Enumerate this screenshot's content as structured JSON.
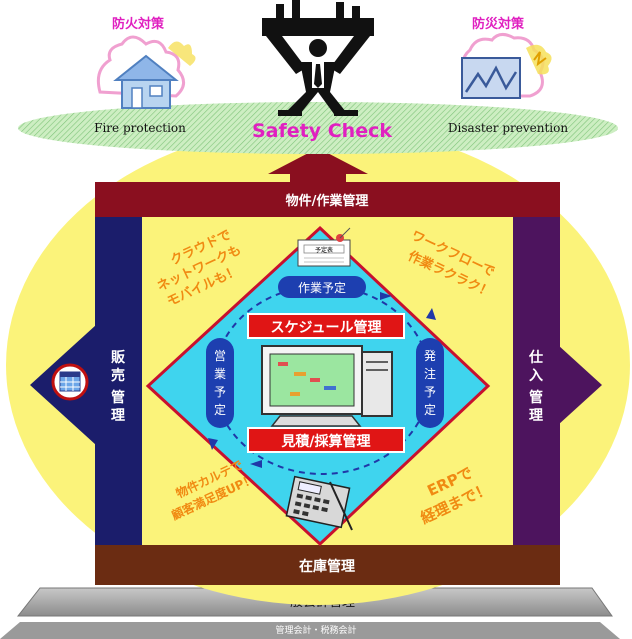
{
  "top": {
    "fire_title": "防火対策",
    "fire_caption": "Fire protection",
    "disaster_title": "防災対策",
    "disaster_caption": "Disaster prevention",
    "safety_check": "Safety Check"
  },
  "bands": {
    "top": "物件/作業管理",
    "bottom": "在庫管理",
    "left": [
      "販",
      "売",
      "管",
      "理"
    ],
    "right": [
      "仕",
      "入",
      "管",
      "理"
    ]
  },
  "center": {
    "schedule": "スケジュール管理",
    "estimate": "見積/採算管理",
    "work_plan": "作業予定",
    "sales_plan": [
      "営",
      "業",
      "予",
      "定"
    ],
    "order_plan": [
      "発",
      "注",
      "予",
      "定"
    ],
    "schedule_icon_label": "予定表"
  },
  "slogans": {
    "top_left": [
      "クラウドで",
      "ネットワークも",
      "モバイルも！"
    ],
    "top_right": [
      "ワークフローで",
      "作業ラクラク！"
    ],
    "bottom_left": [
      "物件カルテで",
      "顧客満足度UP！"
    ],
    "bottom_right": [
      "ERPで",
      "経理まで！"
    ]
  },
  "base": {
    "accounting": "一般会計管理",
    "sub_accounting": "管理会計・税務会計"
  },
  "colors": {
    "crimson": "#8a0f1f",
    "navy": "#1b1d6b",
    "purple": "#4d145e",
    "brown": "#6b2c12",
    "cyan": "#3fd4ee",
    "yellow": "#fbf37a",
    "red_box": "#e01515",
    "orange_text": "#f08a12",
    "magenta": "#e020c0"
  }
}
